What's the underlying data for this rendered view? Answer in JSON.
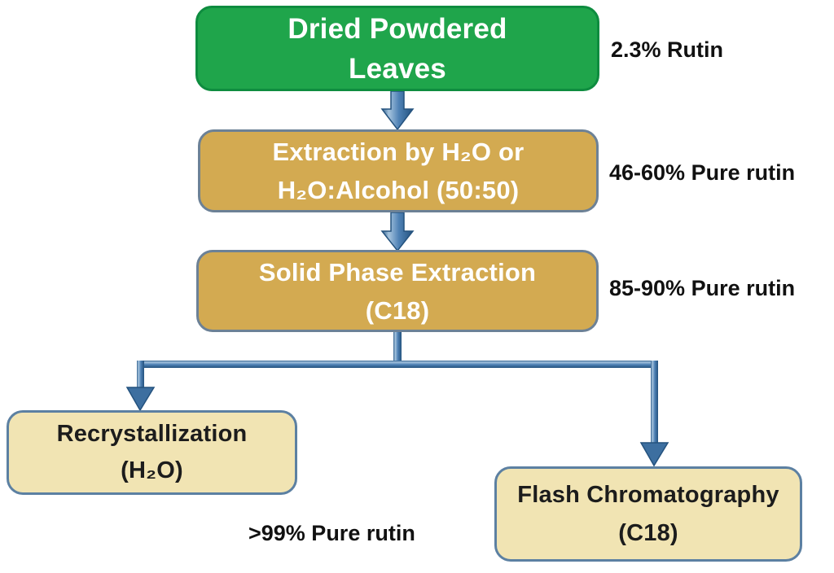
{
  "diagram": {
    "colors": {
      "green_fill": "#1FA54B",
      "green_border": "#0E8C3F",
      "tan_fill": "#D3AA51",
      "tan_border": "#6C8196",
      "cream_fill": "#F1E4B3",
      "cream_border": "#5C80A2",
      "arrow_fill": "#4E81B5",
      "arrow_dark": "#24527E",
      "arrow_light": "#A6C4DE",
      "node_text_light": "#FFFFFF",
      "node_text_dark": "#1C1C1C",
      "annotation_text": "#111111"
    },
    "nodes": [
      {
        "id": "dried-powdered-leaves",
        "lines": [
          "Dried Powdered",
          "Leaves"
        ]
      },
      {
        "id": "extraction",
        "lines": [
          "Extraction by H₂O or",
          "H₂O:Alcohol (50:50)"
        ]
      },
      {
        "id": "solid-phase-extraction",
        "lines": [
          "Solid Phase Extraction",
          "(C18)"
        ]
      },
      {
        "id": "recrystallization",
        "lines": [
          "Recrystallization",
          "(H₂O)"
        ]
      },
      {
        "id": "flash-chromatography",
        "lines": [
          "Flash Chromatography",
          "(C18)"
        ]
      }
    ],
    "annotations": [
      {
        "id": "rutin-content",
        "text": "2.3% Rutin"
      },
      {
        "id": "purity-extraction",
        "text": "46-60% Pure rutin"
      },
      {
        "id": "purity-spe",
        "text": "85-90% Pure rutin"
      },
      {
        "id": "purity-final",
        "text": ">99% Pure rutin"
      }
    ]
  }
}
